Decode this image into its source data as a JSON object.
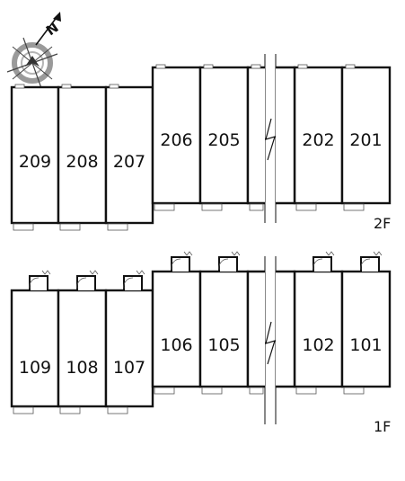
{
  "compass": {
    "north_label": "N",
    "icon": "compass-rose-icon"
  },
  "colors": {
    "wall": "#111111",
    "fixture": "#555555",
    "compass": "#9a9a9a"
  },
  "floors": [
    {
      "label": "2F",
      "units": [
        {
          "number": "209"
        },
        {
          "number": "208"
        },
        {
          "number": "207"
        },
        {
          "number": "206"
        },
        {
          "number": "205"
        },
        {
          "number": ""
        },
        {
          "number": "202"
        },
        {
          "number": "201"
        }
      ]
    },
    {
      "label": "1F",
      "units": [
        {
          "number": "109"
        },
        {
          "number": "108"
        },
        {
          "number": "107"
        },
        {
          "number": "106"
        },
        {
          "number": "105"
        },
        {
          "number": ""
        },
        {
          "number": "102"
        },
        {
          "number": "101"
        }
      ]
    }
  ]
}
